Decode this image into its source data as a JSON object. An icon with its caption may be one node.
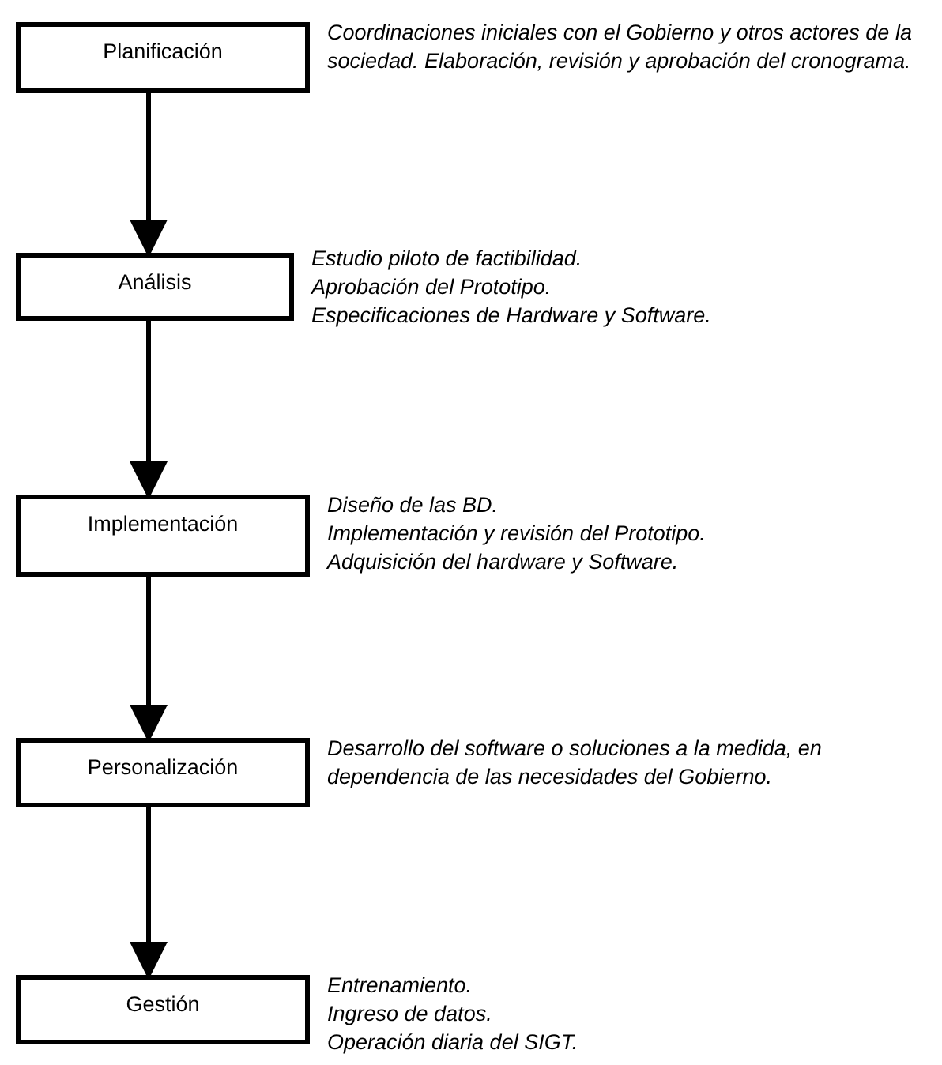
{
  "diagram": {
    "nodes": [
      {
        "text": [
          "Planificación"
        ],
        "beside": [
          "Coordinaciones iniciales con el Gobierno y otros actores de la sociedad. Elaboración, revisión y aprobación del cronograma."
        ]
      },
      {
        "text": [
          "Análisis"
        ],
        "beside": [
          "Estudio piloto de factibilidad.",
          "Aprobación del Prototipo.",
          "Especificaciones de Hardware y Software."
        ]
      },
      {
        "text": [
          "Implementación"
        ],
        "beside": [
          "Diseño de las BD.",
          "Implementación y revisión del Prototipo.",
          "Adquisición del hardware y Software."
        ]
      },
      {
        "text": [
          "Personalización"
        ],
        "beside": [
          "Desarrollo del software o soluciones a la medida, en dependencia de las necesidades del Gobierno."
        ]
      },
      {
        "text": [
          "Gestión"
        ],
        "beside": [
          "Entrenamiento.",
          "Ingreso de datos.",
          "Operación diaria del SIGT."
        ]
      }
    ],
    "edges": [
      {
        "from": 0,
        "to": 1,
        "arrow": "to"
      },
      {
        "from": 1,
        "to": 2,
        "arrow": "to"
      },
      {
        "from": 2,
        "to": 3,
        "arrow": "to"
      },
      {
        "from": 3,
        "to": 4,
        "arrow": "to"
      }
    ]
  }
}
